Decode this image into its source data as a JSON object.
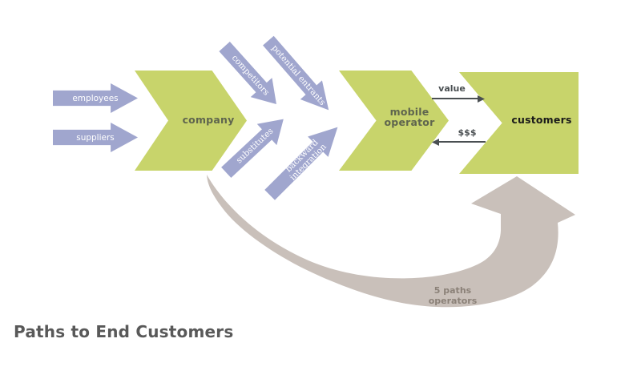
{
  "title": "Paths to End Customers",
  "colors": {
    "green": "#c8d46b",
    "purple": "#a0a6ce",
    "gray_arrow": "#c9c0ba",
    "title_gray": "#595959",
    "chevron_label": "#5f654e",
    "customers_label": "#1a1a1a",
    "exchange": "#4a4f52",
    "paths_label": "#8b8178"
  },
  "input_arrows": [
    {
      "label": "employees"
    },
    {
      "label": "suppliers"
    }
  ],
  "chevrons": [
    {
      "label": "company"
    },
    {
      "label": "mobile operator"
    },
    {
      "label": "customers"
    }
  ],
  "force_arrows": [
    {
      "label": "competitors"
    },
    {
      "label": "potential entrants"
    },
    {
      "label": "substitutes"
    },
    {
      "label": "backward integration"
    }
  ],
  "exchange": {
    "value": "value",
    "money": "$$$"
  },
  "big_arrow": {
    "label": "5 paths operators"
  }
}
